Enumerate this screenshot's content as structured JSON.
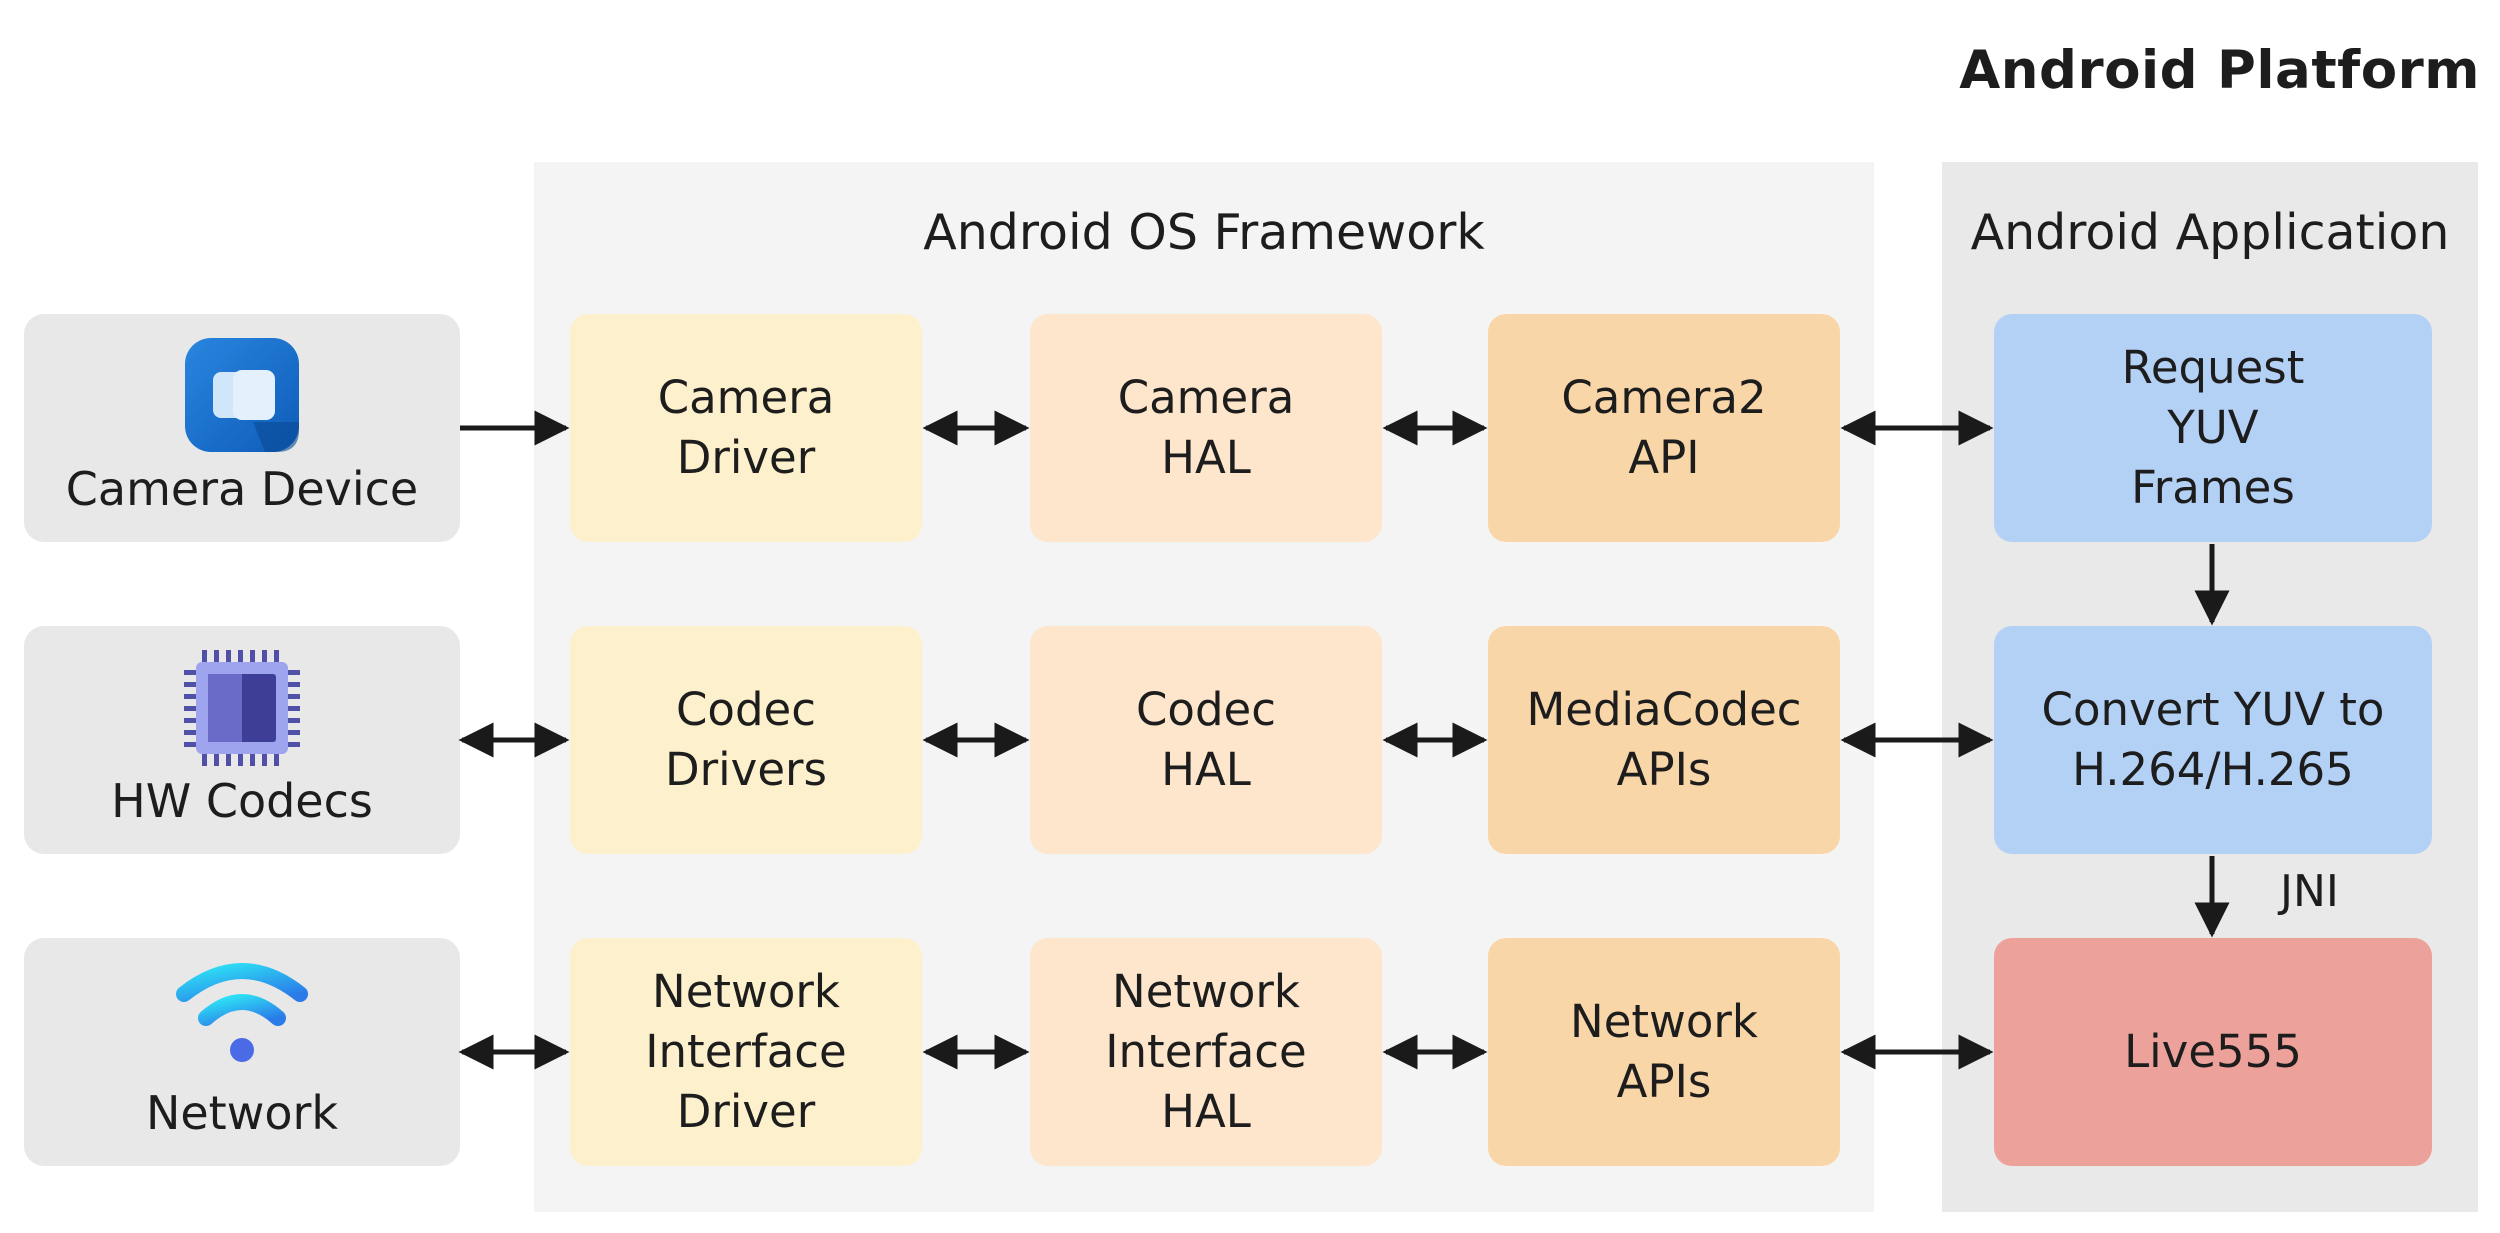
{
  "platform": {
    "title": "Android Platform"
  },
  "framework": {
    "title": "Android OS Framework"
  },
  "application": {
    "title": "Android Application"
  },
  "devices": [
    {
      "label": "Camera Device",
      "icon": "video-camera-icon"
    },
    {
      "label": "HW Codecs",
      "icon": "chip-icon"
    },
    {
      "label": "Network",
      "icon": "wifi-icon"
    }
  ],
  "framework_rows": [
    [
      "Camera\nDriver",
      "Camera\nHAL",
      "Camera2\nAPI"
    ],
    [
      "Codec\nDrivers",
      "Codec\nHAL",
      "MediaCodec\nAPIs"
    ],
    [
      "Network\nInterface\nDriver",
      "Network\nInterface\nHAL",
      "Network\nAPIs"
    ]
  ],
  "app_boxes": [
    "Request\nYUV\nFrames",
    "Convert YUV to\nH.264/H.265",
    "Live555"
  ],
  "edge_labels": {
    "jni": "JNI"
  },
  "colors": {
    "driver": "#fdf0cc",
    "hal": "#fde6cb",
    "api": "#f8d6a8",
    "app": "#b3d0f5",
    "live555": "#eca29a",
    "framework_bg": "#f4f4f4",
    "app_bg": "#e9e9e9",
    "device_bg": "#e8e8e8",
    "arrow": "#1a1a1a"
  }
}
